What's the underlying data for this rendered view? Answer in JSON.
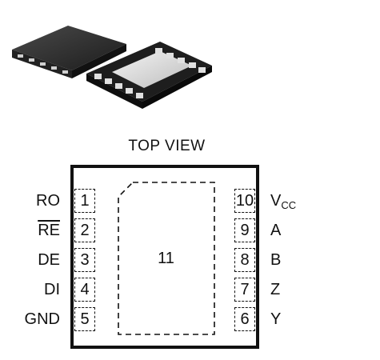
{
  "title": "TOP VIEW",
  "center_pad": "11",
  "left_pins": [
    {
      "num": "1",
      "signal": "RO"
    },
    {
      "num": "2",
      "signal": "RE"
    },
    {
      "num": "3",
      "signal": "DE"
    },
    {
      "num": "4",
      "signal": "DI"
    },
    {
      "num": "5",
      "signal": "GND"
    }
  ],
  "right_pins": [
    {
      "num": "10",
      "signal": "V",
      "sub": "CC"
    },
    {
      "num": "9",
      "signal": "A"
    },
    {
      "num": "8",
      "signal": "B"
    },
    {
      "num": "7",
      "signal": "Z"
    },
    {
      "num": "6",
      "signal": "Y"
    }
  ]
}
